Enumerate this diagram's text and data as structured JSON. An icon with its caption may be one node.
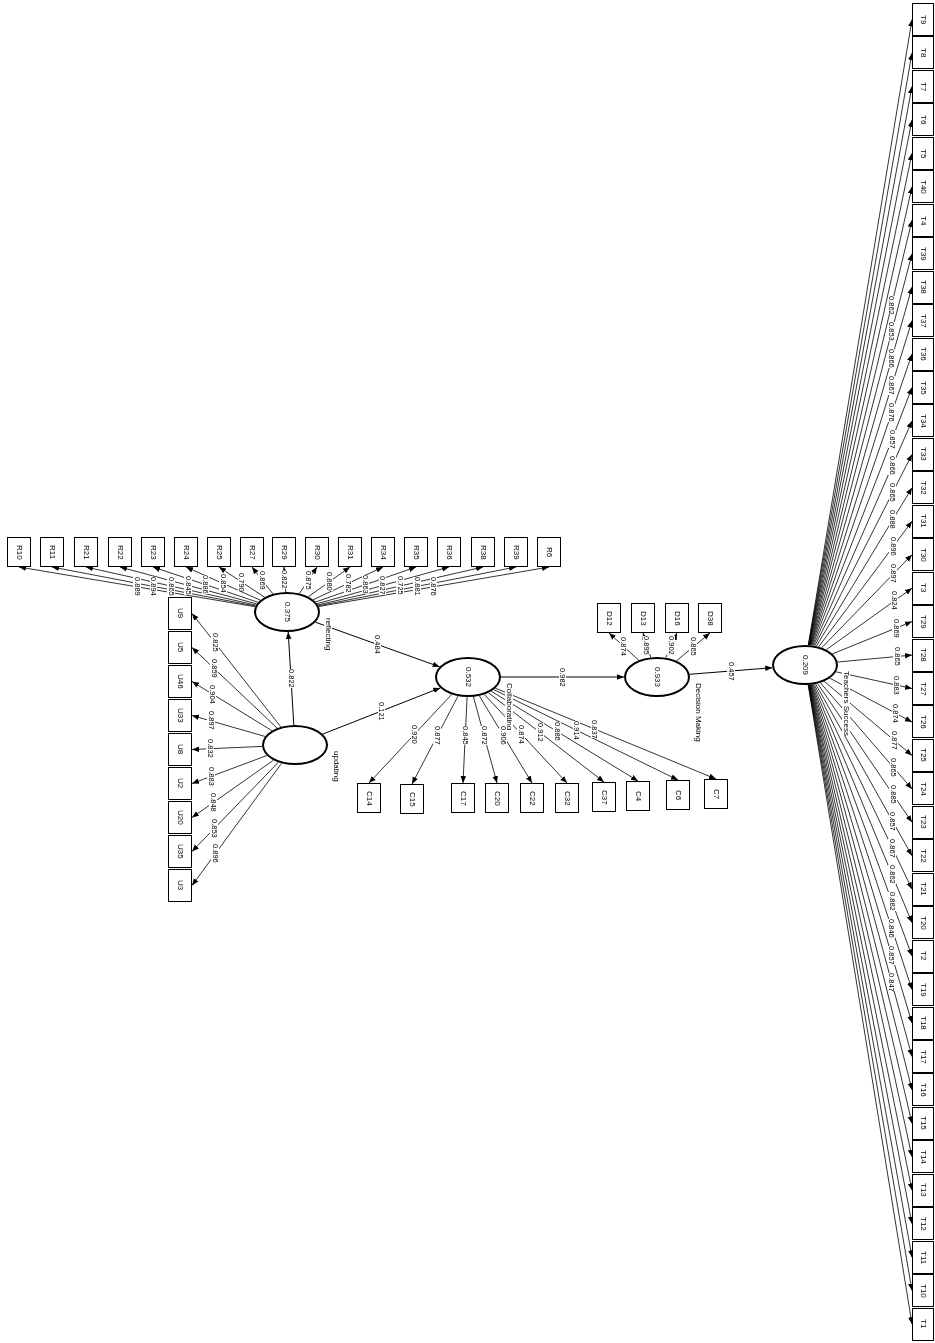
{
  "diagram": {
    "nodes": [
      {
        "text": [
          "updating"
        ]
      },
      {
        "text": [
          "0.375",
          "reflecting"
        ]
      },
      {
        "text": [
          "0.532",
          "Collaborating"
        ]
      },
      {
        "text": [
          "0.933",
          "Decision Making"
        ]
      },
      {
        "text": [
          "0.209",
          "Teachers Success"
        ]
      },
      {
        "text": [
          "R10"
        ]
      },
      {
        "text": [
          "R11"
        ]
      },
      {
        "text": [
          "R21"
        ]
      },
      {
        "text": [
          "R22"
        ]
      },
      {
        "text": [
          "R23"
        ]
      },
      {
        "text": [
          "R24"
        ]
      },
      {
        "text": [
          "R25"
        ]
      },
      {
        "text": [
          "R27"
        ]
      },
      {
        "text": [
          "R29"
        ]
      },
      {
        "text": [
          "R30"
        ]
      },
      {
        "text": [
          "R31"
        ]
      },
      {
        "text": [
          "R34"
        ]
      },
      {
        "text": [
          "R35"
        ]
      },
      {
        "text": [
          "R36"
        ]
      },
      {
        "text": [
          "R38"
        ]
      },
      {
        "text": [
          "R39"
        ]
      },
      {
        "text": [
          "R6"
        ]
      },
      {
        "text": [
          "U9"
        ]
      },
      {
        "text": [
          "U5"
        ]
      },
      {
        "text": [
          "U46"
        ]
      },
      {
        "text": [
          "U33"
        ]
      },
      {
        "text": [
          "U8"
        ]
      },
      {
        "text": [
          "U2"
        ]
      },
      {
        "text": [
          "U20"
        ]
      },
      {
        "text": [
          "U35"
        ]
      },
      {
        "text": [
          "U3"
        ]
      },
      {
        "text": [
          "C14"
        ]
      },
      {
        "text": [
          "C15"
        ]
      },
      {
        "text": [
          "C17"
        ]
      },
      {
        "text": [
          "C20"
        ]
      },
      {
        "text": [
          "C22"
        ]
      },
      {
        "text": [
          "C32"
        ]
      },
      {
        "text": [
          "C37"
        ]
      },
      {
        "text": [
          "C4"
        ]
      },
      {
        "text": [
          "C6"
        ]
      },
      {
        "text": [
          "C7"
        ]
      },
      {
        "text": [
          "D12"
        ]
      },
      {
        "text": [
          "D13"
        ]
      },
      {
        "text": [
          "D16"
        ]
      },
      {
        "text": [
          "D38"
        ]
      },
      {
        "text": [
          "T9"
        ]
      },
      {
        "text": [
          "T8"
        ]
      },
      {
        "text": [
          "T7"
        ]
      },
      {
        "text": [
          "T6"
        ]
      },
      {
        "text": [
          "T5"
        ]
      },
      {
        "text": [
          "T40"
        ]
      },
      {
        "text": [
          "T4"
        ]
      },
      {
        "text": [
          "T39"
        ]
      },
      {
        "text": [
          "T38"
        ]
      },
      {
        "text": [
          "T37"
        ]
      },
      {
        "text": [
          "T36"
        ]
      },
      {
        "text": [
          "T35"
        ]
      },
      {
        "text": [
          "T34"
        ]
      },
      {
        "text": [
          "T33"
        ]
      },
      {
        "text": [
          "T32"
        ]
      },
      {
        "text": [
          "T31"
        ]
      },
      {
        "text": [
          "T30"
        ]
      },
      {
        "text": [
          "T3"
        ]
      },
      {
        "text": [
          "T29"
        ]
      },
      {
        "text": [
          "T28"
        ]
      },
      {
        "text": [
          "T27"
        ]
      },
      {
        "text": [
          "T26"
        ]
      },
      {
        "text": [
          "T25"
        ]
      },
      {
        "text": [
          "T24"
        ]
      },
      {
        "text": [
          "T23"
        ]
      },
      {
        "text": [
          "T22"
        ]
      },
      {
        "text": [
          "T21"
        ]
      },
      {
        "text": [
          "T20"
        ]
      },
      {
        "text": [
          "T2"
        ]
      },
      {
        "text": [
          "T19"
        ]
      },
      {
        "text": [
          "T18"
        ]
      },
      {
        "text": [
          "T17"
        ]
      },
      {
        "text": [
          "T16"
        ]
      },
      {
        "text": [
          "T15"
        ]
      },
      {
        "text": [
          "T14"
        ]
      },
      {
        "text": [
          "T13"
        ]
      },
      {
        "text": [
          "T12"
        ]
      },
      {
        "text": [
          "T11"
        ]
      },
      {
        "text": [
          "T10"
        ]
      },
      {
        "text": [
          "T1"
        ]
      }
    ],
    "edges": [
      {
        "from": 0,
        "to": 1,
        "arrow": "to",
        "label": "0.822"
      },
      {
        "from": 0,
        "to": 2,
        "arrow": "to",
        "label": "0.121"
      },
      {
        "from": 1,
        "to": 2,
        "arrow": "to",
        "label": "0.484"
      },
      {
        "from": 2,
        "to": 3,
        "arrow": "to",
        "label": "0.982"
      },
      {
        "from": 3,
        "to": 4,
        "arrow": "to",
        "label": "0.457"
      },
      {
        "from": 1,
        "to": 5,
        "arrow": "to",
        "label": "0.889"
      },
      {
        "from": 1,
        "to": 6,
        "arrow": "to",
        "label": "0.894"
      },
      {
        "from": 1,
        "to": 7,
        "arrow": "to",
        "label": "0.865"
      },
      {
        "from": 1,
        "to": 8,
        "arrow": "to",
        "label": "0.845"
      },
      {
        "from": 1,
        "to": 9,
        "arrow": "to",
        "label": "0.886"
      },
      {
        "from": 1,
        "to": 10,
        "arrow": "to",
        "label": "0.854"
      },
      {
        "from": 1,
        "to": 11,
        "arrow": "to",
        "label": "0.790"
      },
      {
        "from": 1,
        "to": 12,
        "arrow": "to",
        "label": "0.869"
      },
      {
        "from": 1,
        "to": 13,
        "arrow": "to",
        "label": "0.822"
      },
      {
        "from": 1,
        "to": 14,
        "arrow": "to",
        "label": "0.875"
      },
      {
        "from": 1,
        "to": 15,
        "arrow": "to",
        "label": "0.880"
      },
      {
        "from": 1,
        "to": 16,
        "arrow": "to",
        "label": "0.782"
      },
      {
        "from": 1,
        "to": 17,
        "arrow": "to",
        "label": "0.863"
      },
      {
        "from": 1,
        "to": 18,
        "arrow": "to",
        "label": "0.827"
      },
      {
        "from": 1,
        "to": 19,
        "arrow": "to",
        "label": "0.725"
      },
      {
        "from": 1,
        "to": 20,
        "arrow": "to",
        "label": "0.881"
      },
      {
        "from": 1,
        "to": 21,
        "arrow": "to",
        "label": "0.876"
      },
      {
        "from": 0,
        "to": 22,
        "arrow": "to",
        "label": "0.825"
      },
      {
        "from": 0,
        "to": 23,
        "arrow": "to",
        "label": "0.859"
      },
      {
        "from": 0,
        "to": 24,
        "arrow": "to",
        "label": "0.904"
      },
      {
        "from": 0,
        "to": 25,
        "arrow": "to",
        "label": "0.897"
      },
      {
        "from": 0,
        "to": 26,
        "arrow": "to",
        "label": "0.832"
      },
      {
        "from": 0,
        "to": 27,
        "arrow": "to",
        "label": "0.883"
      },
      {
        "from": 0,
        "to": 28,
        "arrow": "to",
        "label": "0.848"
      },
      {
        "from": 0,
        "to": 29,
        "arrow": "to",
        "label": "0.853"
      },
      {
        "from": 0,
        "to": 30,
        "arrow": "to",
        "label": "0.896"
      },
      {
        "from": 2,
        "to": 31,
        "arrow": "to",
        "label": "0.920"
      },
      {
        "from": 2,
        "to": 32,
        "arrow": "to",
        "label": "0.877"
      },
      {
        "from": 2,
        "to": 33,
        "arrow": "to",
        "label": "0.845"
      },
      {
        "from": 2,
        "to": 34,
        "arrow": "to",
        "label": "0.872"
      },
      {
        "from": 2,
        "to": 35,
        "arrow": "to",
        "label": "0.906"
      },
      {
        "from": 2,
        "to": 36,
        "arrow": "to",
        "label": "0.874"
      },
      {
        "from": 2,
        "to": 37,
        "arrow": "to",
        "label": "0.912"
      },
      {
        "from": 2,
        "to": 38,
        "arrow": "to",
        "label": "0.886"
      },
      {
        "from": 2,
        "to": 39,
        "arrow": "to",
        "label": "0.914"
      },
      {
        "from": 2,
        "to": 40,
        "arrow": "to",
        "label": "0.837"
      },
      {
        "from": 3,
        "to": 41,
        "arrow": "to",
        "label": "0.874"
      },
      {
        "from": 3,
        "to": 42,
        "arrow": "to",
        "label": "0.895"
      },
      {
        "from": 3,
        "to": 43,
        "arrow": "to",
        "label": "0.902"
      },
      {
        "from": 3,
        "to": 44,
        "arrow": "to",
        "label": "0.865"
      },
      {
        "from": 4,
        "to": 45,
        "arrow": "to"
      },
      {
        "from": 4,
        "to": 46,
        "arrow": "to"
      },
      {
        "from": 4,
        "to": 47,
        "arrow": "to"
      },
      {
        "from": 4,
        "to": 48,
        "arrow": "to"
      },
      {
        "from": 4,
        "to": 49,
        "arrow": "to"
      },
      {
        "from": 4,
        "to": 50,
        "arrow": "to"
      },
      {
        "from": 4,
        "to": 51,
        "arrow": "to",
        "label": "0.862"
      },
      {
        "from": 4,
        "to": 52,
        "arrow": "to",
        "label": "0.853"
      },
      {
        "from": 4,
        "to": 53,
        "arrow": "to",
        "label": "0.866"
      },
      {
        "from": 4,
        "to": 54,
        "arrow": "to",
        "label": "0.867"
      },
      {
        "from": 4,
        "to": 55,
        "arrow": "to",
        "label": "0.876"
      },
      {
        "from": 4,
        "to": 56,
        "arrow": "to",
        "label": "0.857"
      },
      {
        "from": 4,
        "to": 57,
        "arrow": "to",
        "label": "0.866"
      },
      {
        "from": 4,
        "to": 58,
        "arrow": "to",
        "label": "0.865"
      },
      {
        "from": 4,
        "to": 59,
        "arrow": "to",
        "label": "0.888"
      },
      {
        "from": 4,
        "to": 60,
        "arrow": "to",
        "label": "0.896"
      },
      {
        "from": 4,
        "to": 61,
        "arrow": "to",
        "label": "0.897"
      },
      {
        "from": 4,
        "to": 62,
        "arrow": "to",
        "label": "0.824"
      },
      {
        "from": 4,
        "to": 63,
        "arrow": "to",
        "label": "0.869"
      },
      {
        "from": 4,
        "to": 64,
        "arrow": "to",
        "label": "0.865"
      },
      {
        "from": 4,
        "to": 65,
        "arrow": "to",
        "label": "0.883"
      },
      {
        "from": 4,
        "to": 66,
        "arrow": "to",
        "label": "0.874"
      },
      {
        "from": 4,
        "to": 67,
        "arrow": "to",
        "label": "0.877"
      },
      {
        "from": 4,
        "to": 68,
        "arrow": "to",
        "label": "0.865"
      },
      {
        "from": 4,
        "to": 69,
        "arrow": "to",
        "label": "0.885"
      },
      {
        "from": 4,
        "to": 70,
        "arrow": "to",
        "label": "0.857"
      },
      {
        "from": 4,
        "to": 71,
        "arrow": "to",
        "label": "0.867"
      },
      {
        "from": 4,
        "to": 72,
        "arrow": "to",
        "label": "0.862"
      },
      {
        "from": 4,
        "to": 73,
        "arrow": "to",
        "label": "0.882"
      },
      {
        "from": 4,
        "to": 74,
        "arrow": "to",
        "label": "0.846"
      },
      {
        "from": 4,
        "to": 75,
        "arrow": "to",
        "label": "0.857"
      },
      {
        "from": 4,
        "to": 76,
        "arrow": "to",
        "label": "0.847"
      },
      {
        "from": 4,
        "to": 77,
        "arrow": "to"
      },
      {
        "from": 4,
        "to": 78,
        "arrow": "to"
      },
      {
        "from": 4,
        "to": 79,
        "arrow": "to"
      },
      {
        "from": 4,
        "to": 80,
        "arrow": "to"
      },
      {
        "from": 4,
        "to": 81,
        "arrow": "to"
      },
      {
        "from": 4,
        "to": 82,
        "arrow": "to"
      },
      {
        "from": 4,
        "to": 83,
        "arrow": "to"
      },
      {
        "from": 4,
        "to": 84,
        "arrow": "to"
      }
    ]
  }
}
